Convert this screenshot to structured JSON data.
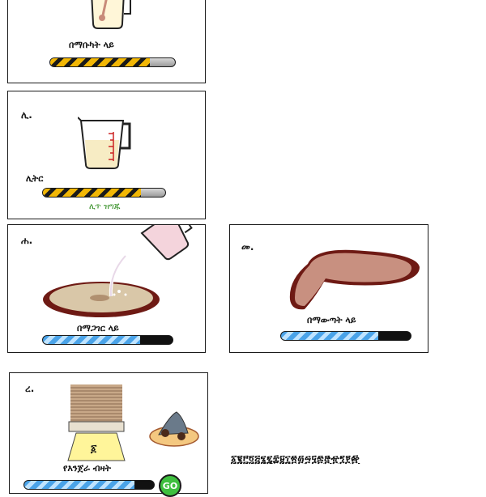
{
  "steps": [
    {
      "id": "cup-step",
      "letter": "",
      "caption": "በማቡካት ላይ",
      "progress": 0.8,
      "bar_style": "yellow"
    },
    {
      "id": "liter-step",
      "letter": "ሊ.",
      "label": "ሊትር",
      "subcaption": "ሊጥ ዝግጁ",
      "progress": 0.8,
      "bar_style": "yellow"
    },
    {
      "id": "pour-step",
      "letter": "ሐ.",
      "caption": "በማጋገር ላይ",
      "progress": 0.75,
      "bar_style": "blue"
    },
    {
      "id": "spread-step",
      "letter": "መ.",
      "caption": "በማውጣት ላይ",
      "progress": 0.75,
      "bar_style": "blue"
    },
    {
      "id": "stack-step",
      "letter": "ረ.",
      "label": "የእንጀራ ብዛት",
      "counter": "፩",
      "progress": 0.85,
      "bar_style": "blue",
      "go_label": "GO"
    }
  ],
  "side_text": "፩፪፫፬፭፮፯፰፱፲፳፴፵፶፷፸፹፺፻፼",
  "colors": {
    "yellow": "#f2b705",
    "blue": "#4aa3e8",
    "green": "#3fbf3f",
    "mitad_rim": "#6e1a14",
    "injera": "#b07a6a"
  }
}
